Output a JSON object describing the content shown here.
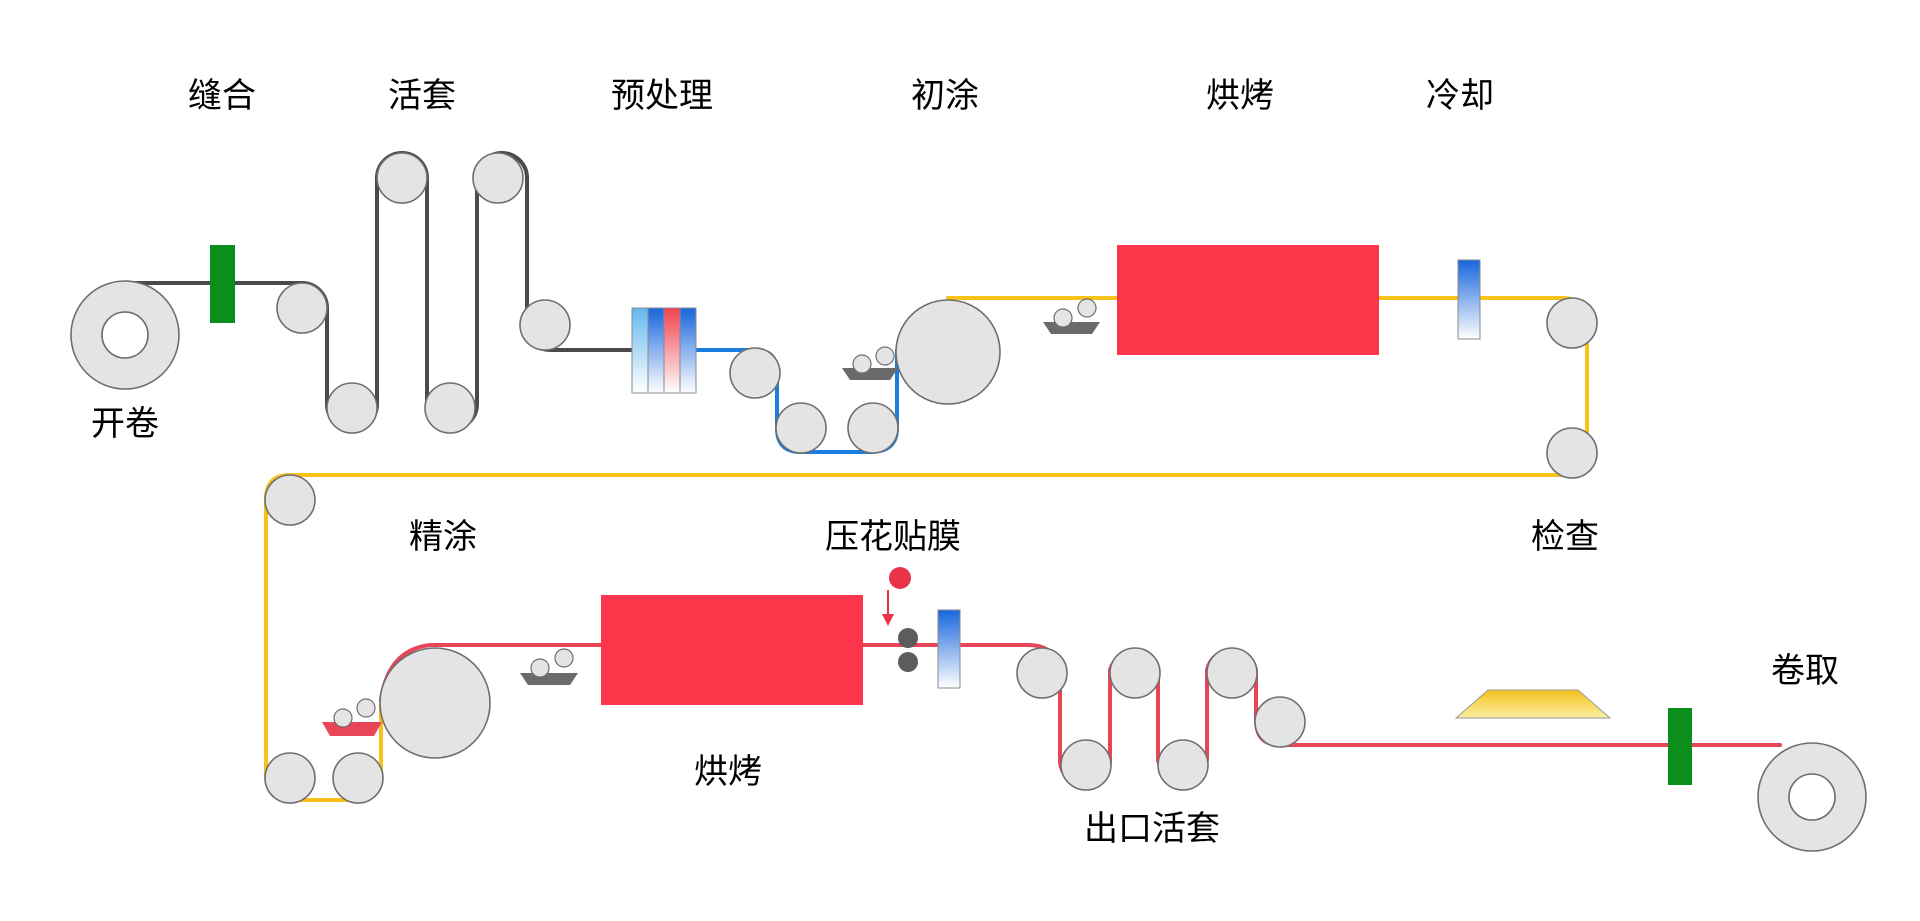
{
  "labels": {
    "unwind": "开卷",
    "stitch": "缝合",
    "loop": "活套",
    "pretreat": "预处理",
    "precoat": "初涂",
    "bake1": "烘烤",
    "cool": "冷却",
    "inspect": "检查",
    "topcoat": "精涂",
    "emboss_laminate": "压花贴膜",
    "bake2": "烘烤",
    "exit_loop": "出口活套",
    "rewind": "卷取"
  },
  "colors": {
    "web_dark": "#4a4a4a",
    "web_blue": "#1a7ee0",
    "web_yellow": "#f9c21a",
    "web_red": "#e84558",
    "oven": "#fc354b",
    "stitch_block": "#0a8f1d",
    "roller_fill": "#e4e4e4",
    "tray": "#6a6a6a",
    "blue_gradient_top": "#1766dd",
    "film_dot": "#e8334b",
    "emboss_roll": "#5c5c5c",
    "inspection_light": "#f6cf2e"
  }
}
